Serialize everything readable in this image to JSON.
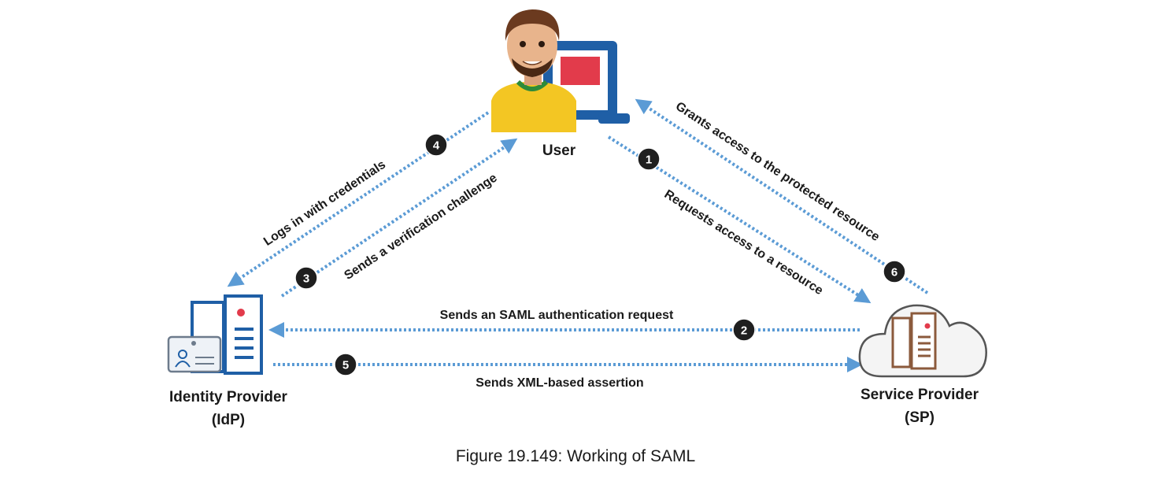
{
  "nodes": {
    "user": {
      "label": "User"
    },
    "idp": {
      "label_line1": "Identity Provider",
      "label_line2": "(IdP)"
    },
    "sp": {
      "label_line1": "Service Provider",
      "label_line2": "(SP)"
    }
  },
  "steps": [
    {
      "number": "1",
      "text": "Requests access to a resource"
    },
    {
      "number": "2",
      "text": "Sends an SAML authentication request"
    },
    {
      "number": "3",
      "text": "Sends a verification challenge"
    },
    {
      "number": "4",
      "text": "Logs in with credentials"
    },
    {
      "number": "5",
      "text": "Sends XML-based assertion"
    },
    {
      "number": "6",
      "text": "Grants access to the protected resource"
    }
  ],
  "caption": "Figure 19.149: Working of SAML",
  "colors": {
    "arrow": "#5b9bd5",
    "badge": "#1f1f1f",
    "server_blue": "#1f5fa6",
    "server_brown": "#8b5a3c",
    "status_red": "#e23b4b",
    "shirt": "#f3c623",
    "collar": "#2e8b3a"
  }
}
